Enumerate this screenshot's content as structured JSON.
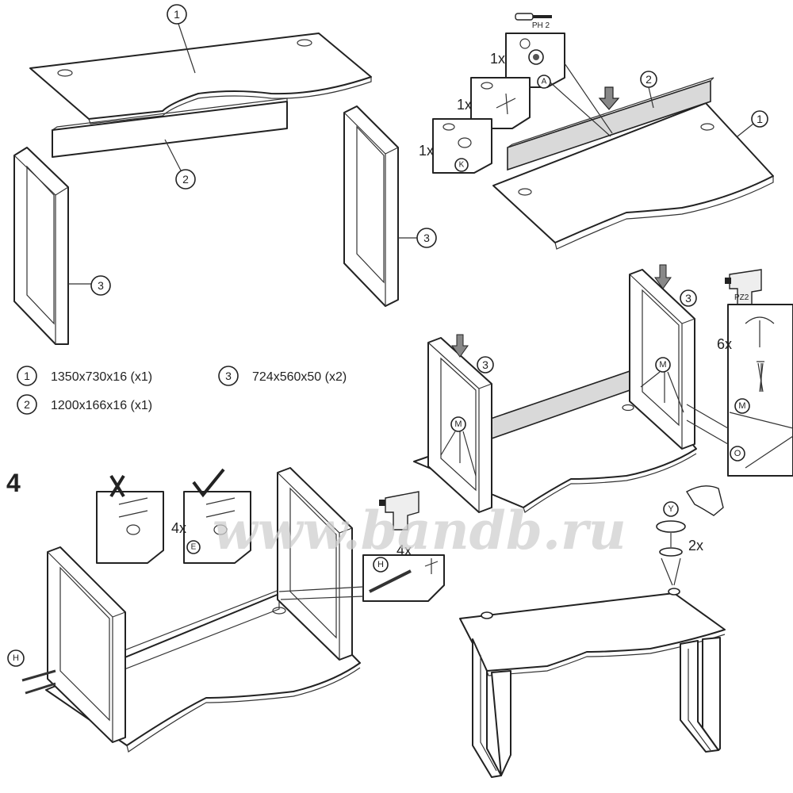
{
  "parts": [
    {
      "id": "1",
      "dims": "1350x730x16 (x1)"
    },
    {
      "id": "2",
      "dims": "1200x166x16 (x1)"
    },
    {
      "id": "3",
      "dims": "724x560x50 (x2)"
    }
  ],
  "step_number": "4",
  "watermark": "www.bandb.ru",
  "tools": {
    "screwdriver": "PH 2",
    "drill": "PZ2"
  },
  "fittings": {
    "A": "A",
    "K": "K",
    "M": "M",
    "O": "O",
    "E": "E",
    "H": "H",
    "Y": "Y"
  },
  "quantities": {
    "one": "1x",
    "six": "6x",
    "four": "4x",
    "two": "2x"
  }
}
